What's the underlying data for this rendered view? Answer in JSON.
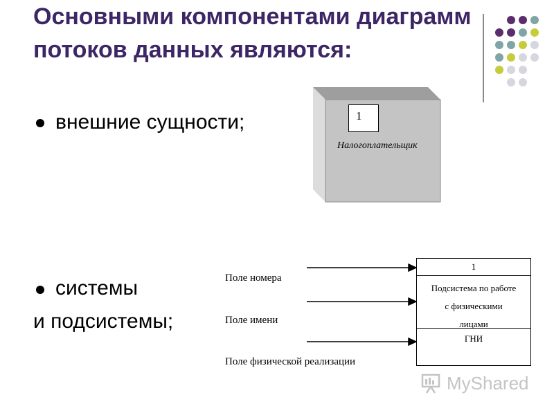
{
  "slide": {
    "title_lines": [
      "Основными компонентами диаграмм",
      "потоков данных являются:"
    ],
    "bullets": {
      "first": "внешние сущности;",
      "second_line1": "системы",
      "second_line2": "и подсистемы;"
    }
  },
  "entity_diagram": {
    "number": "1",
    "name": "Налогоплательщик"
  },
  "system_diagram": {
    "fields": [
      "Поле номера",
      "Поле имени",
      "Поле физической  реализации"
    ],
    "number": "1",
    "name_lines": [
      "Подсистема по работе",
      "с физическими",
      "лицами"
    ],
    "location": "ГНИ"
  },
  "watermark": {
    "text": "MyShared"
  },
  "colors": {
    "title": "#3d2666",
    "deco_purple": "#5b2d6e",
    "deco_teal": "#7fa5a6",
    "deco_lime": "#c6cc3a",
    "deco_gray": "#d6d6de"
  },
  "icons": {
    "watermark": "presentation-board-icon"
  }
}
